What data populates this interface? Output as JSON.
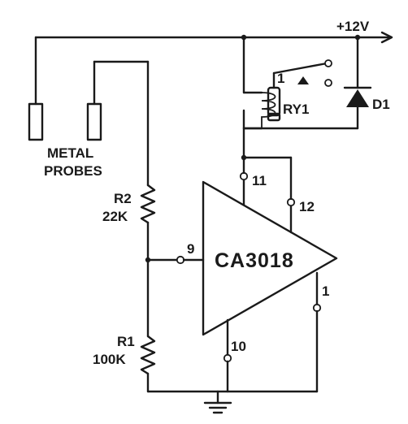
{
  "supply": {
    "label": "+12V"
  },
  "probes": {
    "label_line1": "METAL",
    "label_line2": "PROBES"
  },
  "r2": {
    "ref": "R2",
    "value": "22K"
  },
  "r1": {
    "ref": "R1",
    "value": "100K"
  },
  "relay": {
    "ref": "RY1",
    "contact": "1"
  },
  "diode": {
    "ref": "D1"
  },
  "ic": {
    "name": "CA3018",
    "pins": {
      "input": "9",
      "top_left": "11",
      "top_right": "12",
      "output": "1",
      "ground": "10"
    }
  }
}
